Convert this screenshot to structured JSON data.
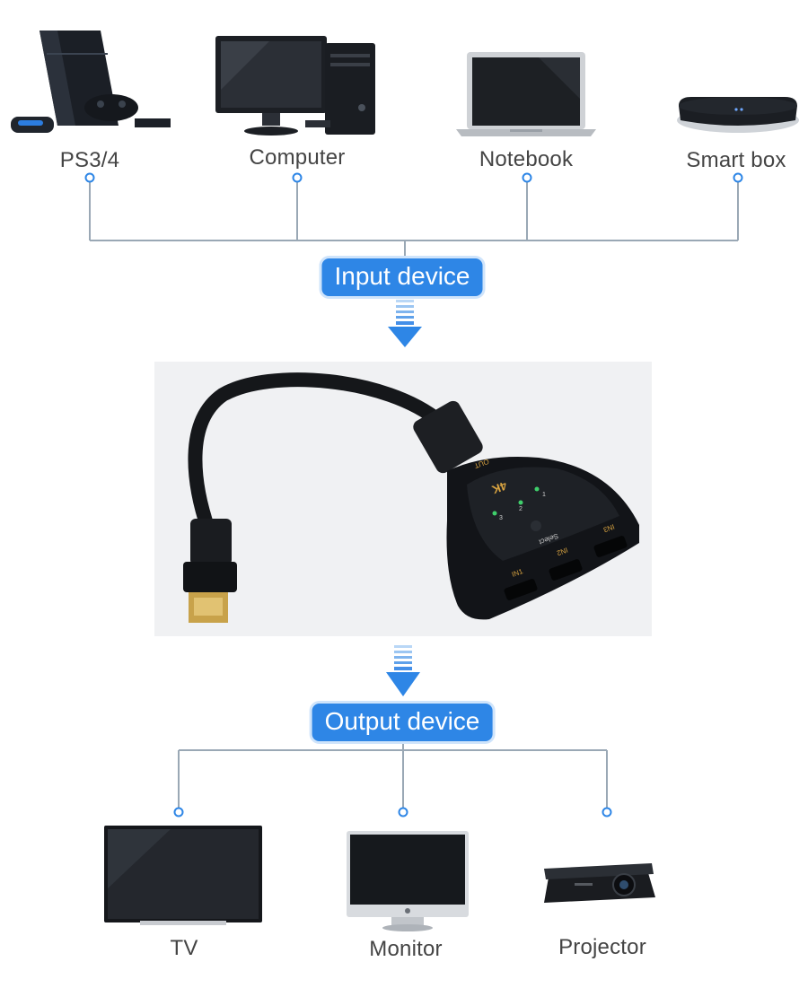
{
  "inputs": {
    "devices": [
      {
        "label": "PS3/4",
        "icon": "game-console-icon"
      },
      {
        "label": "Computer",
        "icon": "desktop-computer-icon"
      },
      {
        "label": "Notebook",
        "icon": "laptop-icon"
      },
      {
        "label": "Smart box",
        "icon": "tv-box-icon"
      }
    ],
    "badge": "Input device"
  },
  "switcher": {
    "brand": "4K",
    "button_label": "Select",
    "port_labels": [
      "IN1",
      "IN2",
      "IN3",
      "OUT"
    ],
    "led_labels": [
      "1",
      "2",
      "3"
    ]
  },
  "outputs": {
    "badge": "Output device",
    "devices": [
      {
        "label": "TV",
        "icon": "television-icon"
      },
      {
        "label": "Monitor",
        "icon": "monitor-icon"
      },
      {
        "label": "Projector",
        "icon": "projector-icon"
      }
    ]
  },
  "colors": {
    "accent": "#2e86e6",
    "line": "#9aa8b5",
    "arrow": "#2e86e6"
  }
}
